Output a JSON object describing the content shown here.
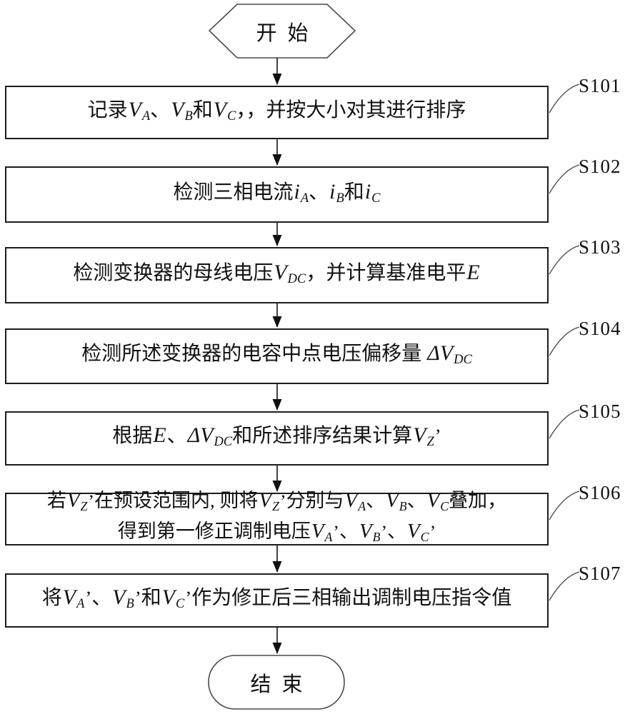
{
  "flowchart": {
    "start_label": "开始",
    "end_label": "结束",
    "colors": {
      "box_border": "#1c1c1c",
      "connector": "#151515",
      "terminal_stroke": "#4a4a4a",
      "background": "#ffffff"
    },
    "steps": [
      {
        "id": "S101",
        "segments": [
          {
            "k": "t",
            "c": "记录"
          },
          {
            "k": "v",
            "c": "V"
          },
          {
            "k": "b",
            "c": "A"
          },
          {
            "k": "t",
            "c": "、"
          },
          {
            "k": "v",
            "c": "V"
          },
          {
            "k": "b",
            "c": "B"
          },
          {
            "k": "t",
            "c": "和"
          },
          {
            "k": "v",
            "c": "V"
          },
          {
            "k": "b",
            "c": "C"
          },
          {
            "k": "t",
            "c": "，，并按大小对其进行排序"
          }
        ]
      },
      {
        "id": "S102",
        "segments": [
          {
            "k": "t",
            "c": "检测三相电流"
          },
          {
            "k": "v",
            "c": "i"
          },
          {
            "k": "b",
            "c": "A"
          },
          {
            "k": "t",
            "c": "、"
          },
          {
            "k": "v",
            "c": "i"
          },
          {
            "k": "b",
            "c": "B"
          },
          {
            "k": "t",
            "c": "和"
          },
          {
            "k": "v",
            "c": "i"
          },
          {
            "k": "b",
            "c": "C"
          }
        ]
      },
      {
        "id": "S103",
        "segments": [
          {
            "k": "t",
            "c": "检测变换器的母线电压"
          },
          {
            "k": "v",
            "c": "V"
          },
          {
            "k": "b",
            "c": "DC"
          },
          {
            "k": "t",
            "c": "，并计算基准电平"
          },
          {
            "k": "v",
            "c": "E"
          }
        ]
      },
      {
        "id": "S104",
        "segments": [
          {
            "k": "t",
            "c": "检测所述变换器的电容中点电压偏移量 "
          },
          {
            "k": "v",
            "c": "ΔV"
          },
          {
            "k": "b",
            "c": "DC"
          }
        ]
      },
      {
        "id": "S105",
        "segments": [
          {
            "k": "t",
            "c": "根据"
          },
          {
            "k": "v",
            "c": "E"
          },
          {
            "k": "t",
            "c": "、"
          },
          {
            "k": "v",
            "c": "ΔV"
          },
          {
            "k": "b",
            "c": "DC"
          },
          {
            "k": "t",
            "c": "和所述排序结果计算"
          },
          {
            "k": "v",
            "c": "V"
          },
          {
            "k": "b",
            "c": "Z"
          },
          {
            "k": "p",
            "c": "’"
          }
        ]
      },
      {
        "id": "S106",
        "segments": [
          {
            "k": "t",
            "c": "若"
          },
          {
            "k": "v",
            "c": "V"
          },
          {
            "k": "b",
            "c": "Z"
          },
          {
            "k": "p",
            "c": "’"
          },
          {
            "k": "t",
            "c": "在预设范围内, 则将"
          },
          {
            "k": "v",
            "c": "V"
          },
          {
            "k": "b",
            "c": "Z"
          },
          {
            "k": "p",
            "c": "’"
          },
          {
            "k": "t",
            "c": "分别与"
          },
          {
            "k": "v",
            "c": "V"
          },
          {
            "k": "b",
            "c": "A"
          },
          {
            "k": "t",
            "c": "、"
          },
          {
            "k": "v",
            "c": "V"
          },
          {
            "k": "b",
            "c": "B"
          },
          {
            "k": "t",
            "c": "、"
          },
          {
            "k": "v",
            "c": "V"
          },
          {
            "k": "b",
            "c": "C"
          },
          {
            "k": "t",
            "c": "叠加，"
          }
        ],
        "segments2": [
          {
            "k": "t",
            "c": "得到第一修正调制电压"
          },
          {
            "k": "v",
            "c": "V"
          },
          {
            "k": "b",
            "c": "A"
          },
          {
            "k": "p",
            "c": "’"
          },
          {
            "k": "t",
            "c": "、"
          },
          {
            "k": "v",
            "c": "V"
          },
          {
            "k": "b",
            "c": "B"
          },
          {
            "k": "p",
            "c": "’"
          },
          {
            "k": "t",
            "c": "、"
          },
          {
            "k": "v",
            "c": "V"
          },
          {
            "k": "b",
            "c": "C"
          },
          {
            "k": "p",
            "c": "’"
          }
        ]
      },
      {
        "id": "S107",
        "segments": [
          {
            "k": "t",
            "c": "将"
          },
          {
            "k": "v",
            "c": "V"
          },
          {
            "k": "b",
            "c": "A"
          },
          {
            "k": "p",
            "c": "’"
          },
          {
            "k": "t",
            "c": "、"
          },
          {
            "k": "v",
            "c": "V"
          },
          {
            "k": "b",
            "c": "B"
          },
          {
            "k": "p",
            "c": "’"
          },
          {
            "k": "t",
            "c": "和"
          },
          {
            "k": "v",
            "c": "V"
          },
          {
            "k": "b",
            "c": "C"
          },
          {
            "k": "p",
            "c": "’"
          },
          {
            "k": "t",
            "c": "作为修正后三相输出调制电压指令值"
          }
        ]
      }
    ]
  }
}
